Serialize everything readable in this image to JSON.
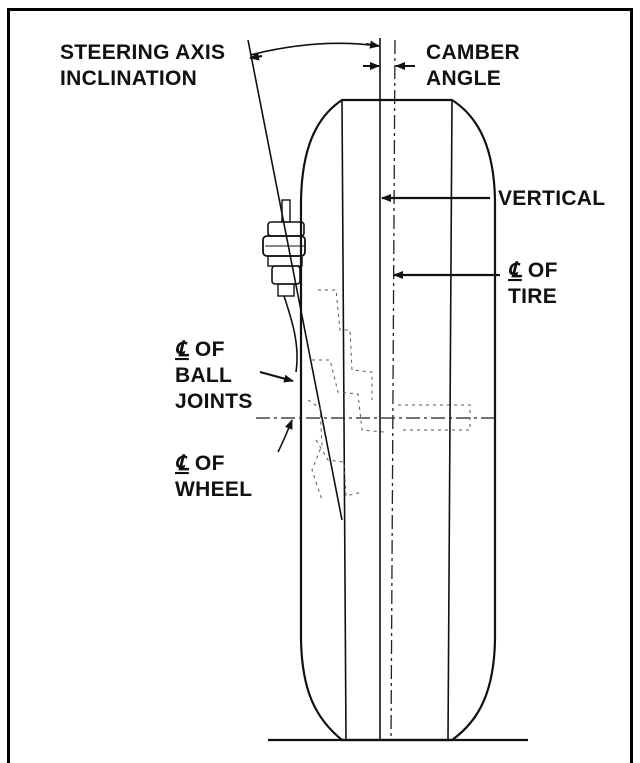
{
  "labels": {
    "steering_axis_1": "STEERING AXIS",
    "steering_axis_2": "INCLINATION",
    "camber_1": "CAMBER",
    "camber_2": "ANGLE",
    "vertical": "VERTICAL",
    "cl_tire_symbol": "℄",
    "cl_tire_of": " OF",
    "cl_tire_2": "TIRE",
    "cl_ball_symbol": "℄",
    "cl_ball_of": " OF",
    "cl_ball_2": "BALL",
    "cl_ball_3": "JOINTS",
    "cl_wheel_symbol": "℄",
    "cl_wheel_of": " OF",
    "cl_wheel_2": "WHEEL"
  }
}
